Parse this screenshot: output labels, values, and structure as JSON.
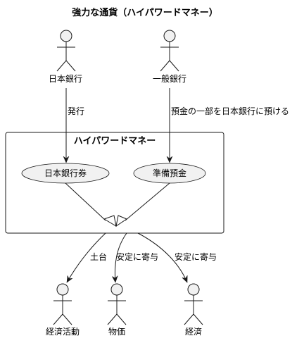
{
  "title": "強力な通貨（ハイパワードマネー）",
  "actors": {
    "boj": "日本銀行",
    "commercial_bank": "一般銀行",
    "economic_activity": "経済活動",
    "prices": "物価",
    "economy": "経済"
  },
  "package": {
    "label": "ハイパワードマネー",
    "usecases": {
      "banknotes": "日本銀行券",
      "reserves": "準備預金"
    }
  },
  "edges": {
    "issue": "発行",
    "deposit": "預金の一部を日本銀行に預ける",
    "foundation": "土台",
    "stabilize_prices": "安定に寄与",
    "stabilize_economy": "安定に寄与"
  }
}
